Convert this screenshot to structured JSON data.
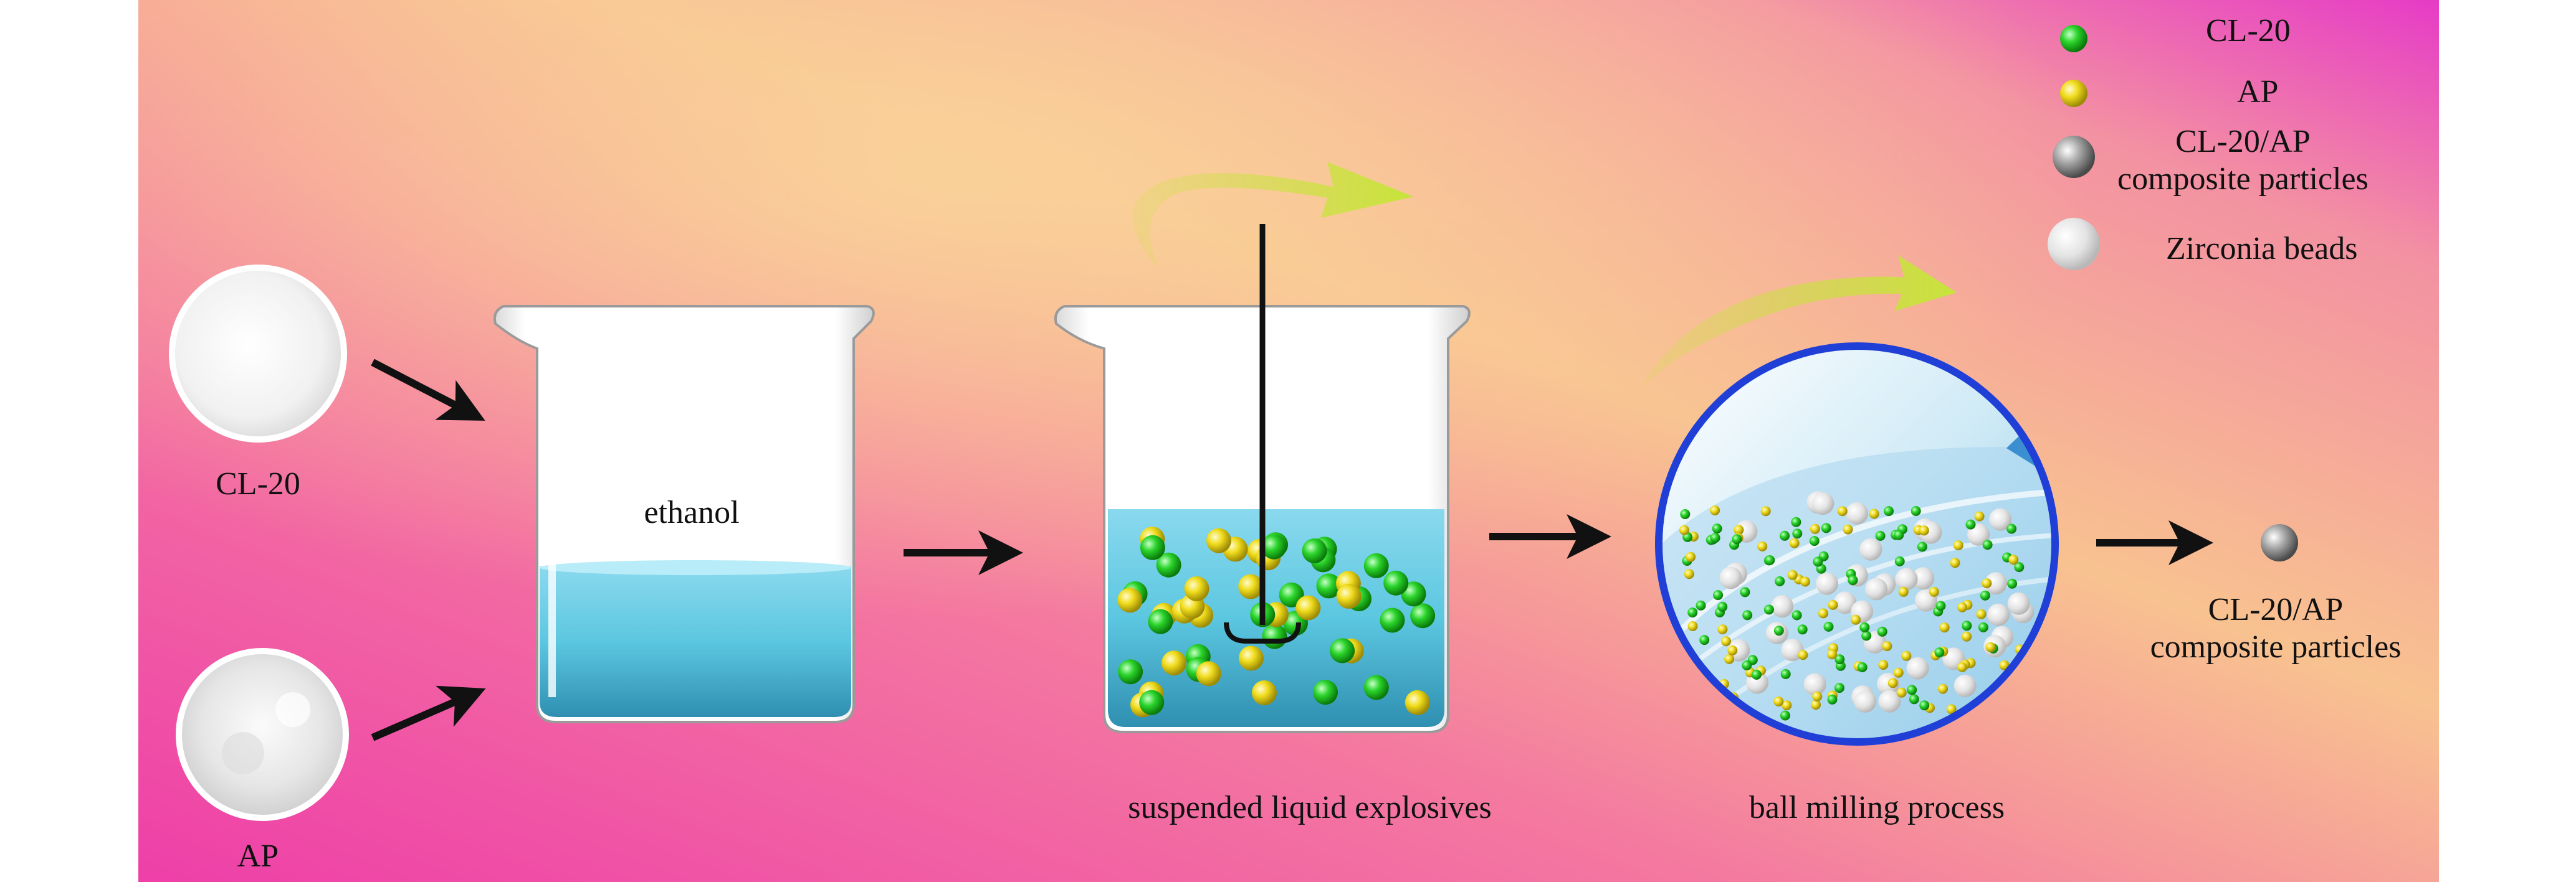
{
  "legend": {
    "items": [
      {
        "label": "CL-20",
        "color": "#1ec41e"
      },
      {
        "label": "AP",
        "color": "#e8d81a"
      },
      {
        "label": "CL-20/AP\ncomposite particles",
        "color": "#8a8a8a"
      },
      {
        "label": "Zirconia beads",
        "color": "#d9d9d9"
      }
    ]
  },
  "inputs": {
    "cl20_label": "CL-20",
    "ap_label": "AP"
  },
  "beaker1": {
    "label": "ethanol",
    "liquid_color": "#5cc7e0"
  },
  "beaker2": {
    "label": "suspended liquid explosives"
  },
  "milling": {
    "label": "ball milling process",
    "ring_color": "#1f3fd6"
  },
  "product": {
    "label": "CL-20/AP\ncomposite particles"
  },
  "colors": {
    "background_pink": "#f2559f",
    "background_peach": "#f9c48f",
    "background_magenta": "#e837c6",
    "arrow": "#111111",
    "curved_arrow": "#c7e43a"
  }
}
